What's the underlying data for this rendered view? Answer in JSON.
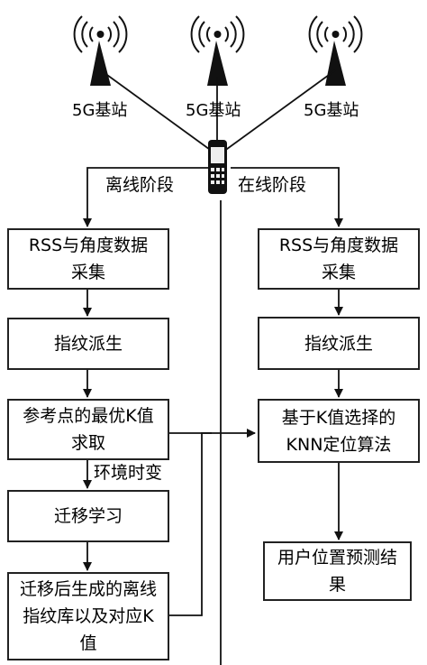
{
  "stations": [
    {
      "label": "5G基站",
      "icon": "cell-tower-icon"
    },
    {
      "label": "5G基站",
      "icon": "cell-tower-icon"
    },
    {
      "label": "5G基站",
      "icon": "cell-tower-icon"
    }
  ],
  "device": {
    "icon": "mobile-phone-icon"
  },
  "phases": {
    "offline": "离线阶段",
    "online": "在线阶段"
  },
  "offline_steps": [
    "RSS与角度数据采集",
    "指纹派生",
    "参考点的最优K值求取",
    "迁移学习",
    "迁移后生成的离线指纹库以及对应K值"
  ],
  "offline_edge_label": "环境时变",
  "online_steps": [
    "RSS与角度数据采集",
    "指纹派生",
    "基于K值选择的KNN定位算法",
    "用户位置预测结果"
  ],
  "colors": {
    "line": "#111111",
    "box_border": "#222222",
    "background": "#ffffff"
  }
}
